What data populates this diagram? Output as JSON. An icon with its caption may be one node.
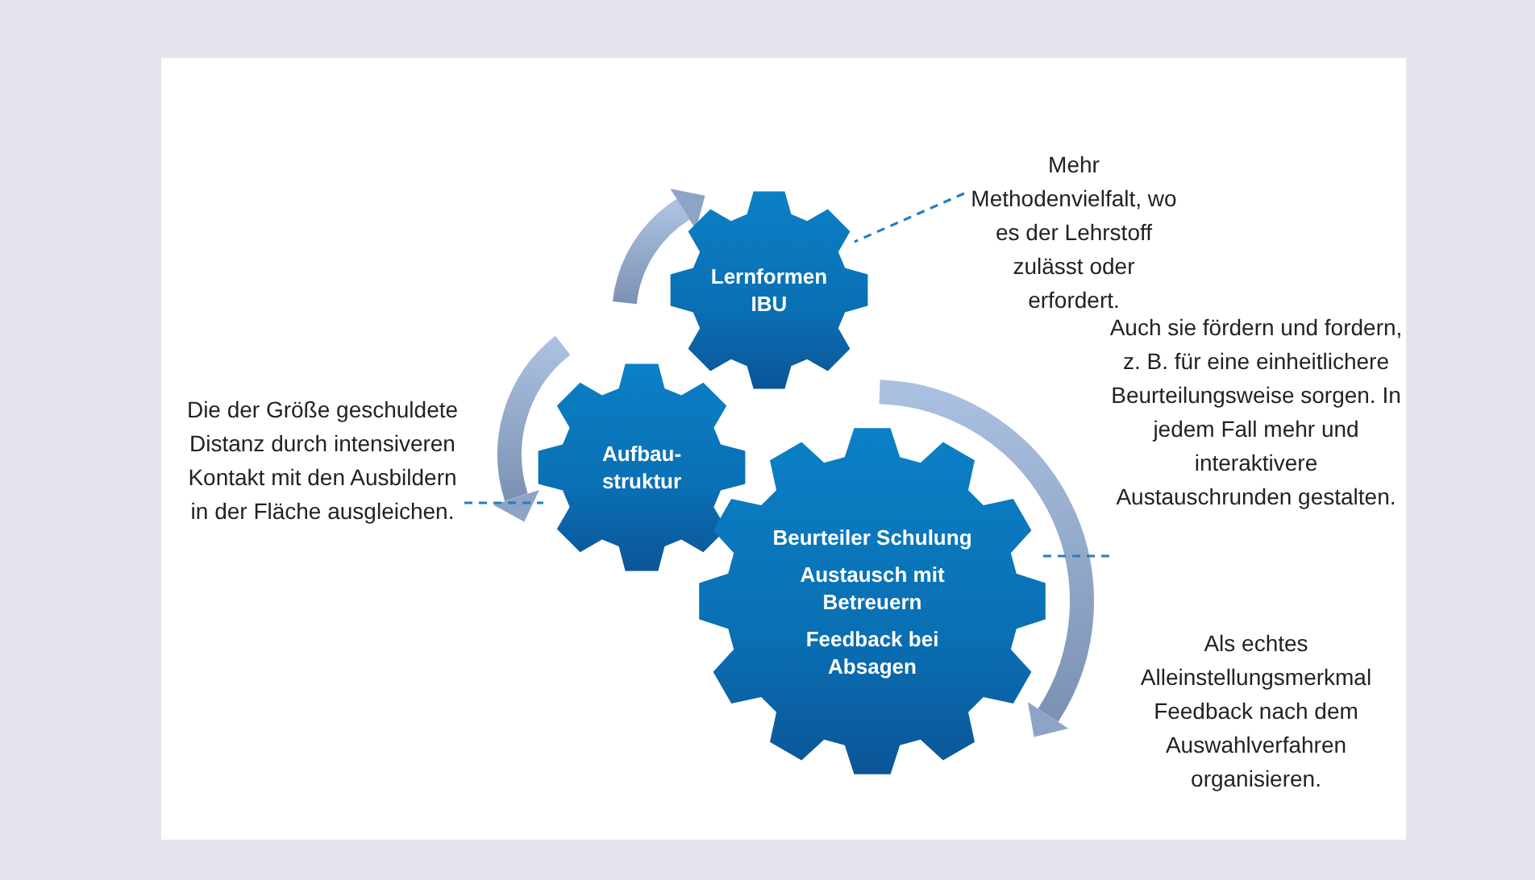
{
  "diagram": {
    "nodes": [
      {
        "text": [
          "Lernformen IBU"
        ]
      },
      {
        "text": [
          "Aufbau- struktur"
        ]
      },
      {
        "text": [
          "Beurteiler Schulung",
          "Austausch mit Betreuern",
          "Feedback bei Absagen"
        ]
      },
      {
        "text": [
          "Mehr Methodenvielfalt, wo es der Lehrstoff zulässt oder erfordert."
        ]
      },
      {
        "text": [
          "Die der Größe geschuldete Distanz durch intensiveren Kontakt mit den Ausbildern in der Fläche ausgleichen."
        ]
      },
      {
        "text": [
          "Auch sie fördern und fordern, z. B. für eine einheitlichere Beurteilungsweise sorgen. In jedem Fall mehr und interaktivere Austauschrunden gestalten."
        ]
      }
    ],
    "edges": [
      {
        "from": 3,
        "to": 0,
        "arrow": "none",
        "style": "dashed",
        "color": "#1f7fc4"
      },
      {
        "from": 4,
        "to": 1,
        "arrow": "none",
        "style": "dashed",
        "color": "#1f7fc4"
      },
      {
        "from": 5,
        "to": 2,
        "arrow": "none",
        "style": "dashed",
        "color": "#1f7fc4"
      }
    ],
    "labels": [
      "Als echtes Alleinstellungsmerkmal Feedback nach dem Auswahlverfahren organisieren."
    ]
  }
}
